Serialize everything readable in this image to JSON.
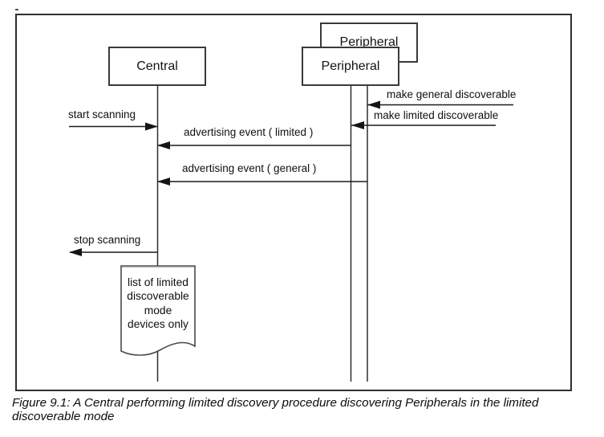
{
  "figure": {
    "caption_line1": "Figure 9.1:  A Central performing limited discovery procedure discovering Peripherals in the limited",
    "caption_line2": "discoverable mode"
  },
  "diagram": {
    "type": "sequence-diagram",
    "actors": {
      "central": {
        "label": "Central"
      },
      "peripheral_front": {
        "label": "Peripheral"
      },
      "peripheral_back": {
        "label": "Peripheral"
      }
    },
    "messages": [
      {
        "label": "start scanning",
        "direction": "right",
        "to": "central-lifeline"
      },
      {
        "label": "make general discoverable",
        "direction": "left",
        "to": "peripheral-back-lifeline"
      },
      {
        "label": "make limited discoverable",
        "direction": "left",
        "to": "peripheral-front-lifeline"
      },
      {
        "label": "advertising event ( limited )",
        "direction": "left",
        "from": "peripheral-front-lifeline",
        "to": "central-lifeline"
      },
      {
        "label": "advertising event ( general )",
        "direction": "left",
        "from": "peripheral-back-lifeline",
        "to": "central-lifeline"
      },
      {
        "label": "stop scanning",
        "direction": "left",
        "from": "central-lifeline"
      }
    ],
    "note": {
      "lines": [
        "list of limited",
        "discoverable",
        "mode",
        "devices only"
      ]
    }
  },
  "colors": {
    "background": "#ffffff",
    "line": "#2e2e2e",
    "box_border": "#3a3a3a",
    "text": "#111111"
  }
}
